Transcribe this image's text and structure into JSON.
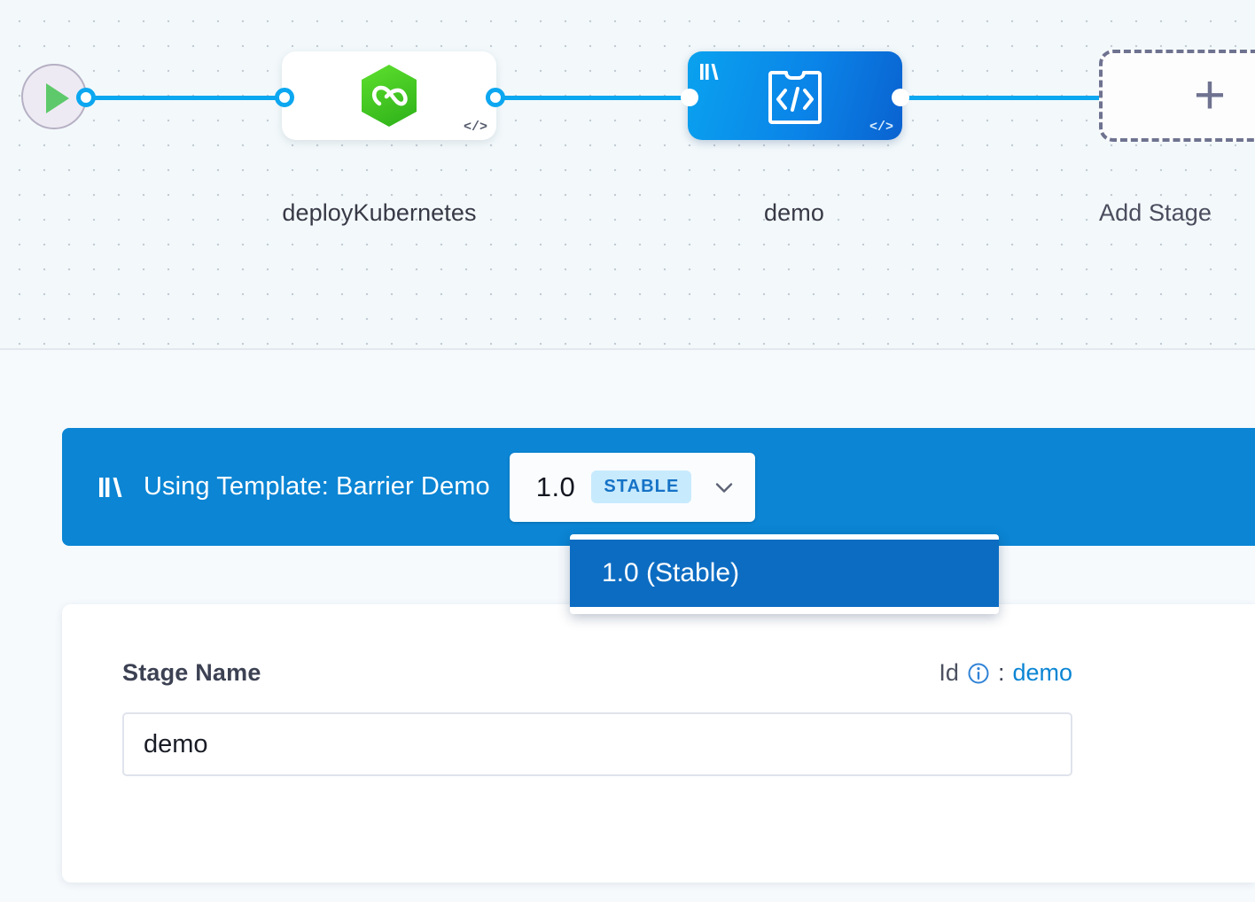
{
  "canvas": {
    "start_node": {
      "icon": "play-icon"
    },
    "nodes": [
      {
        "id": "deployKubernetes",
        "label": "deployKubernetes",
        "type": "cd-stage",
        "icon": "harness-cd-hexagon-icon",
        "badge": "</>",
        "selected": false
      },
      {
        "id": "demo",
        "label": "demo",
        "type": "custom-stage",
        "icon": "custom-stage-icon",
        "template_icon": "template-bars-icon",
        "badge": "</>",
        "selected": true
      }
    ],
    "add_stage": {
      "label": "Add Stage",
      "icon": "plus-icon"
    }
  },
  "template_banner": {
    "icon": "template-bars-icon",
    "text": "Using Template: Barrier Demo",
    "version": {
      "number": "1.0",
      "badge": "STABLE",
      "chevron": "chevron-down-icon"
    },
    "dropdown": {
      "open": true,
      "options": [
        {
          "label": "1.0 (Stable)",
          "selected": true
        }
      ]
    }
  },
  "stage_form": {
    "stage_name_label": "Stage Name",
    "stage_name_value": "demo",
    "stage_name_placeholder": "Stage Name",
    "id_label": "Id",
    "id_info_icon": "info-circle-icon",
    "id_separator": ":",
    "id_value": "demo"
  },
  "colors": {
    "primary_blue": "#0b85d4",
    "node_blue_start": "#0aa2ef",
    "node_blue_end": "#0a62d0",
    "connector_blue": "#0ca7f0",
    "dropdown_selected": "#0c6cc2",
    "badge_bg": "#c8eafd",
    "badge_text": "#1572c6",
    "cd_green": "#4ec523",
    "play_green": "#5ec96a",
    "canvas_bg": "#f3f9fb",
    "panel_bg": "#f6fafd",
    "add_stage_border": "#6f7390"
  }
}
